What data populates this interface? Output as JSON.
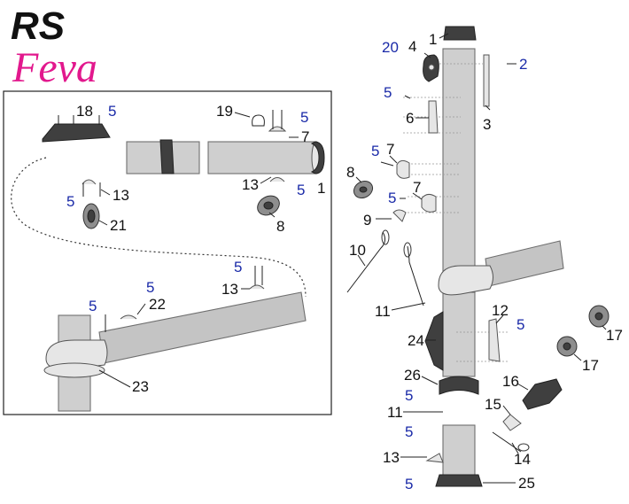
{
  "logo": {
    "brand": "RS",
    "model": "Feva"
  },
  "callouts": {
    "c1_top": "1",
    "c4": "4",
    "c20": "20",
    "c2": "2",
    "c5_a": "5",
    "c6": "6",
    "c3": "3",
    "c5_b": "5",
    "c7_a": "7",
    "c8_r": "8",
    "c5_c": "5",
    "c7_b": "7",
    "c9": "9",
    "c10": "10",
    "c11_a": "11",
    "c12": "12",
    "c5_d": "5",
    "c24": "24",
    "c17_a": "17",
    "c17_b": "17",
    "c26": "26",
    "c5_e": "5",
    "c11_b": "11",
    "c5_f": "5",
    "c16": "16",
    "c15": "15",
    "c14": "14",
    "c13_r": "13",
    "c5_g": "5",
    "c25": "25",
    "i18": "18",
    "i5_a": "5",
    "i19": "19",
    "i5_b": "5",
    "i7": "7",
    "i13_a": "13",
    "i5_c": "5",
    "i1": "1",
    "i5_d": "5",
    "i13_b": "13",
    "i21": "21",
    "i8": "8",
    "i5_e": "5",
    "i13_c": "13",
    "i5_f": "5",
    "i5_g": "5",
    "i22": "22",
    "i23": "23"
  }
}
